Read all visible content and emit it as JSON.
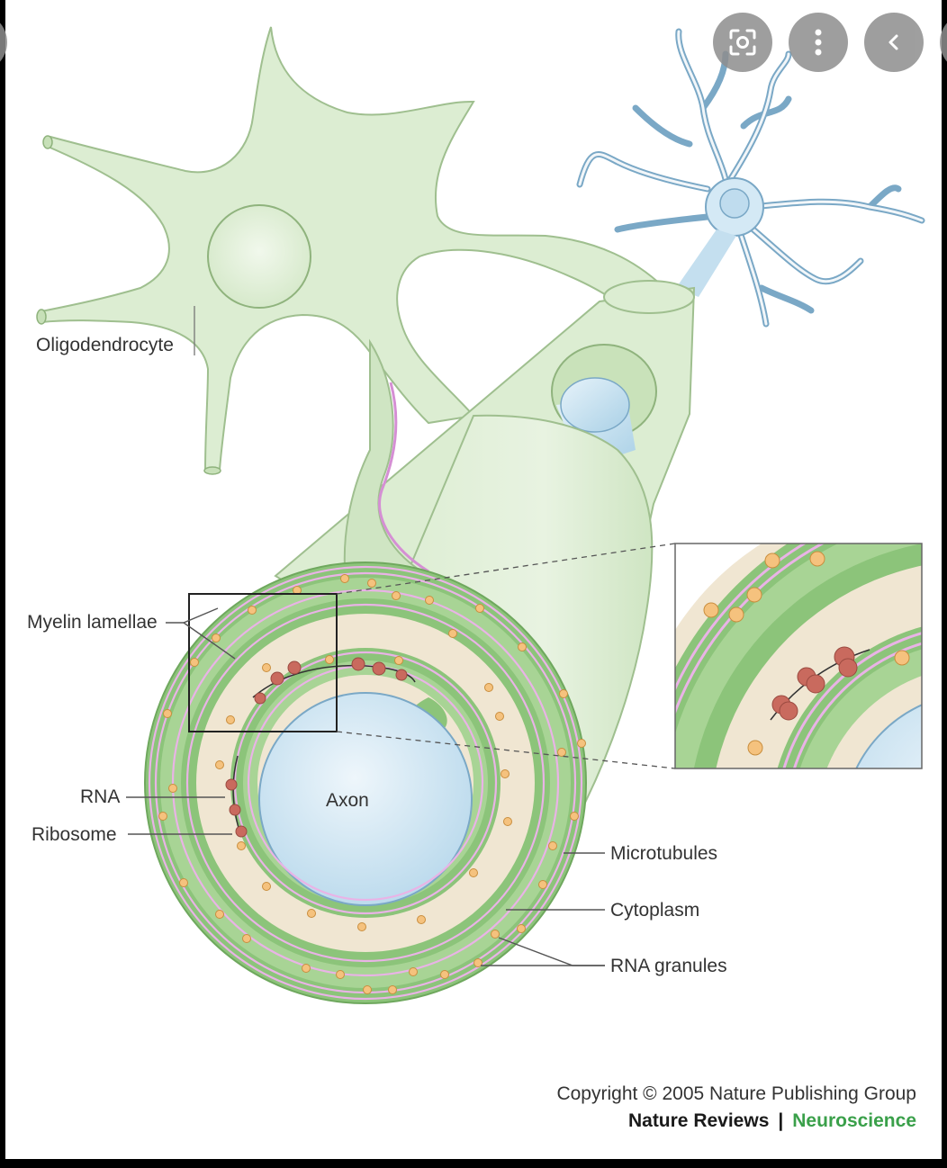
{
  "diagram": {
    "labels": {
      "oligodendrocyte": "Oligodendrocyte",
      "myelin_lamellae": "Myelin lamellae",
      "rna": "RNA",
      "ribosome": "Ribosome",
      "axon": "Axon",
      "microtubules": "Microtubules",
      "cytoplasm": "Cytoplasm",
      "rna_granules": "RNA granules"
    },
    "copyright": "Copyright © 2005 Nature Publishing Group",
    "brand": {
      "journal": "Nature Reviews",
      "separator": "|",
      "section": "Neuroscience"
    },
    "colors": {
      "cell_fill": "#dcedd2",
      "membrane_green": "#8cc47a",
      "cytoplasm_tan": "#f0e6d2",
      "axon_blue": "#cde5f2",
      "granule_orange": "#f5c27e",
      "ribosome_red": "#c96a5e",
      "microtubule_pink": "#e9b3e6",
      "brand_green": "#3aa04a"
    }
  },
  "overlay_controls": {
    "buttons": [
      {
        "name": "lens-search",
        "icon": "lens-icon"
      },
      {
        "name": "more-options",
        "icon": "vertical-dots-icon"
      },
      {
        "name": "back",
        "icon": "chevron-left-icon"
      }
    ]
  }
}
